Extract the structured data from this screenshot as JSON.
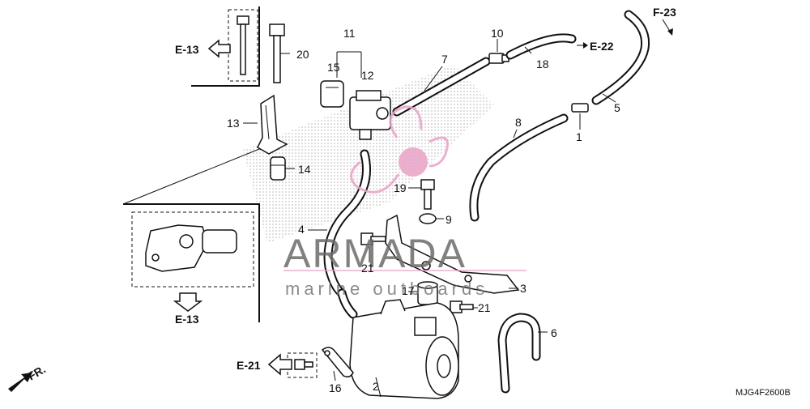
{
  "parts": {
    "p1": "1",
    "p2": "2",
    "p3": "3",
    "p4": "4",
    "p5": "5",
    "p6": "6",
    "p7": "7",
    "p8": "8",
    "p9": "9",
    "p10": "10",
    "p11": "11",
    "p12": "12",
    "p13": "13",
    "p14": "14",
    "p15": "15",
    "p16": "16",
    "p17": "17",
    "p18": "18",
    "p19": "19",
    "p20": "20",
    "p21a": "21",
    "p21b": "21"
  },
  "references": {
    "e13_top": "E-13",
    "e13_bottom": "E-13",
    "e22": "E-22",
    "f23": "F-23",
    "e21": "E-21",
    "fr": "FR."
  },
  "diagram_code": "MJG4F2600B",
  "watermark": {
    "brand": "ARMADA",
    "tagline": "marine outboards",
    "colors": {
      "logo": "#e8a3c6",
      "text": "#6e6a6b"
    }
  }
}
